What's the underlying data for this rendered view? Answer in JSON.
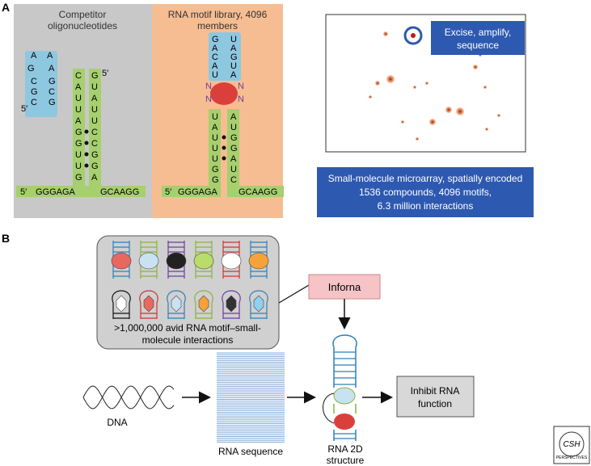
{
  "panel_a": {
    "label": "A",
    "competitor_title_1": "Competitor",
    "competitor_title_2": "oligonucleotides",
    "library_title_1": "RNA motif library, 4096",
    "library_title_2": "members",
    "excise_1": "Excise, amplify,",
    "excise_2": "sequence",
    "microarray_1": "Small-molecule microarray, spatially encoded",
    "microarray_2": "1536 compounds, 4096 motifs,",
    "microarray_3": "6.3 million interactions",
    "five_prime": "5′",
    "left_strand": "GGGAGA",
    "right_strand": "GCAAGG",
    "n_label": "N"
  },
  "panel_b": {
    "label": "B",
    "interactions_1": ">1,000,000 avid RNA motif–small-",
    "interactions_2": "molecule interactions",
    "inforna": "Inforna",
    "dna": "DNA",
    "rna_sequence": "RNA sequence",
    "rna_2d_1": "RNA 2D",
    "rna_2d_2": "structure",
    "inhibit_1": "Inhibit RNA",
    "inhibit_2": "function",
    "logo_1": "CSH",
    "logo_2": "PERSPECTIVES"
  },
  "colors": {
    "gray_panel": "#c8c8c8",
    "orange_panel": "#f7bd92",
    "blue_box": "#2e59b0",
    "green_nt": "#a6cf6e",
    "blue_nt": "#8ec7e0",
    "red_ligand": "#d9403c",
    "inforna_fill": "#f6c3c6"
  }
}
